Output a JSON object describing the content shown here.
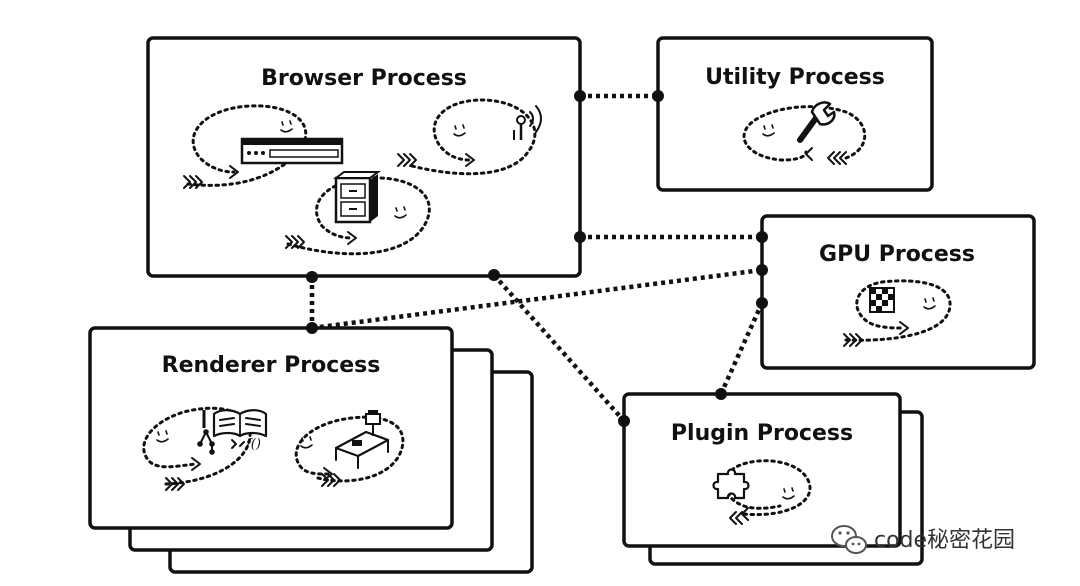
{
  "diagram": {
    "browser": {
      "title": "Browser Process"
    },
    "utility": {
      "title": "Utility Process"
    },
    "gpu": {
      "title": "GPU Process"
    },
    "renderer": {
      "title": "Renderer Process"
    },
    "plugin": {
      "title": "Plugin Process"
    }
  },
  "watermark": {
    "text": "code秘密花园"
  }
}
